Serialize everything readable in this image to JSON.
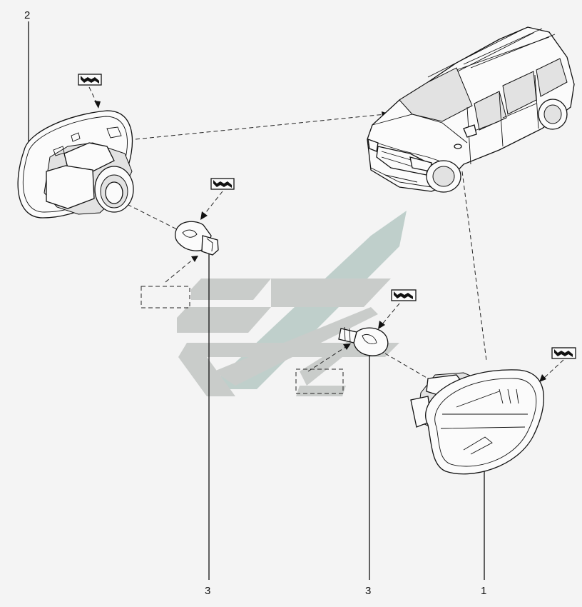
{
  "callouts": {
    "part_2": "2",
    "part_3_left": "3",
    "part_3_right": "3",
    "part_1": "1"
  },
  "symbols": {
    "torque_marker": "torque-symbol-icon"
  },
  "colors": {
    "background": "#f4f4f4",
    "line": "#111111",
    "watermark": "#c9ccca"
  }
}
